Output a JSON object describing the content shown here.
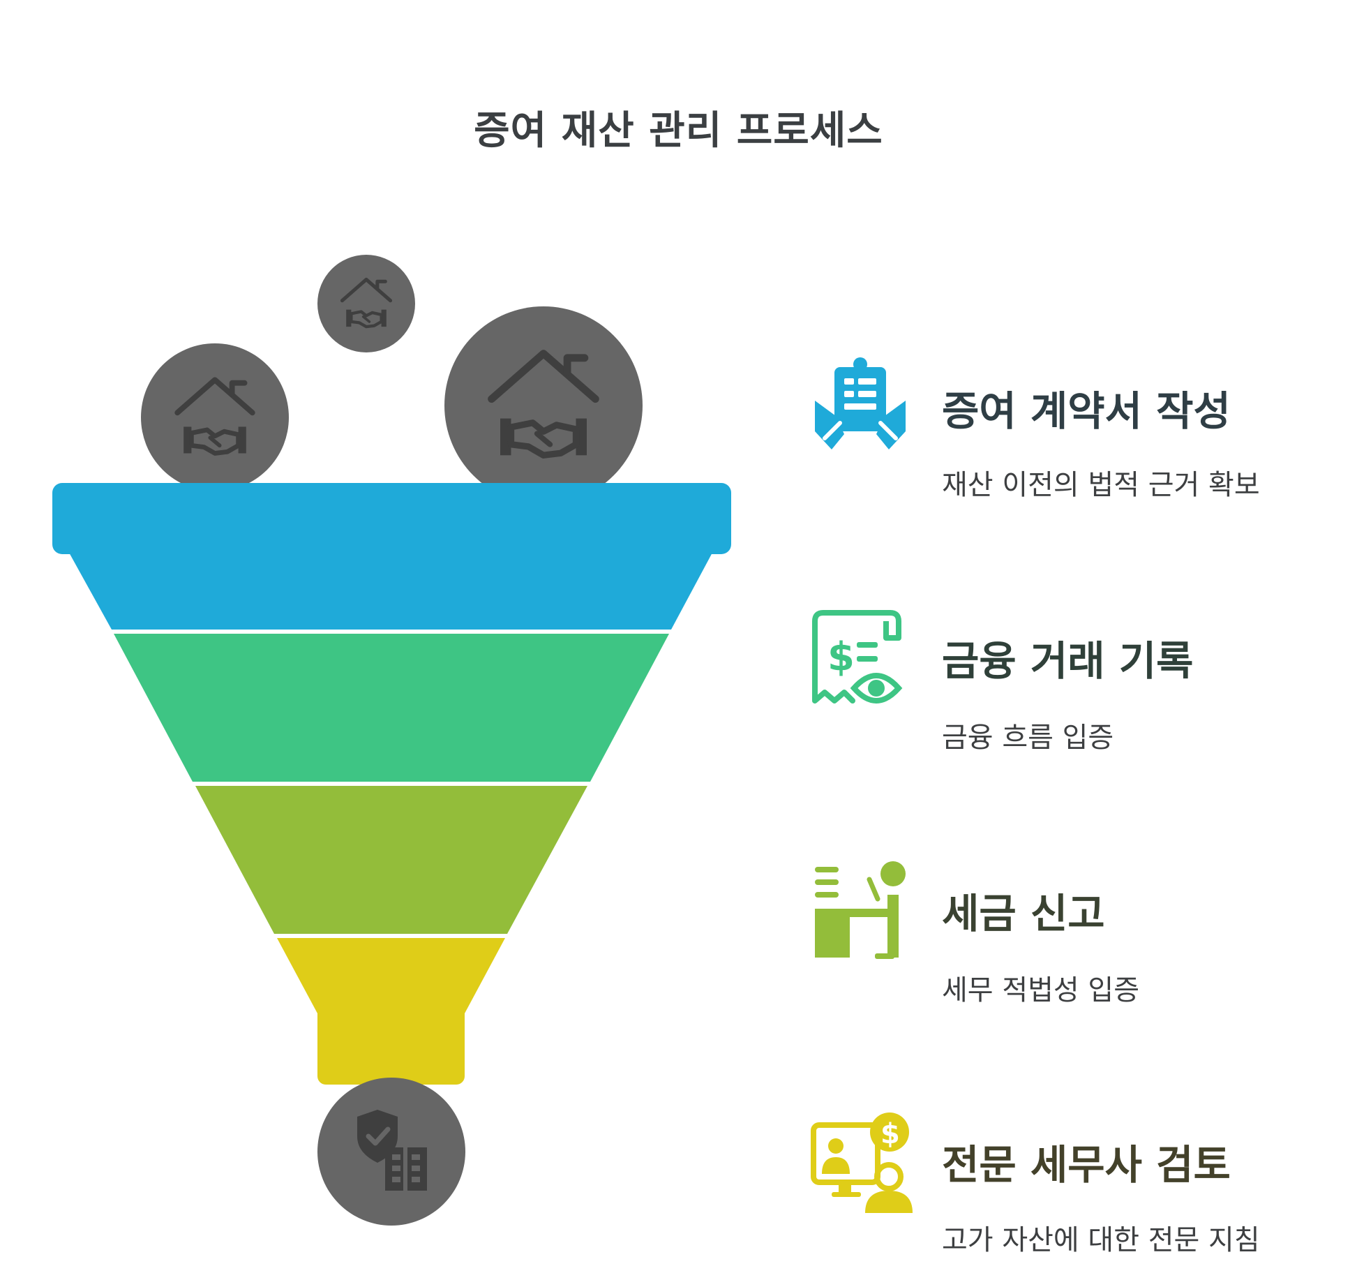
{
  "title": "증여 재산 관리 프로세스",
  "colors": {
    "blue": "#1faad9",
    "green": "#3ec584",
    "lime": "#93bd3a",
    "yellow": "#dfcd18",
    "ball": "#666666",
    "ball_icon": "#3f3f3f"
  },
  "steps": [
    {
      "title": "증여 계약서 작성",
      "desc": "재산 이전의 법적 근거 확보",
      "icon": "contract-hands-icon",
      "color": "#1faad9",
      "title_color": "#2f3e45"
    },
    {
      "title": "금융 거래 기록",
      "desc": "금융 흐름 입증",
      "icon": "receipt-eye-icon",
      "color": "#3ec584",
      "title_color": "#2f4039"
    },
    {
      "title": "세금 신고",
      "desc": "세무 적법성 입증",
      "icon": "person-desk-icon",
      "color": "#93bd3a",
      "title_color": "#3a4231"
    },
    {
      "title": "전문 세무사 검토",
      "desc": "고가 자산에 대한 전문 지침",
      "icon": "advisor-dollar-icon",
      "color": "#dfcd18",
      "title_color": "#43412a"
    }
  ],
  "balls": [
    {
      "icon": "house-handshake-icon"
    },
    {
      "icon": "house-handshake-icon"
    },
    {
      "icon": "house-handshake-icon"
    },
    {
      "icon": "shield-building-icon"
    }
  ]
}
